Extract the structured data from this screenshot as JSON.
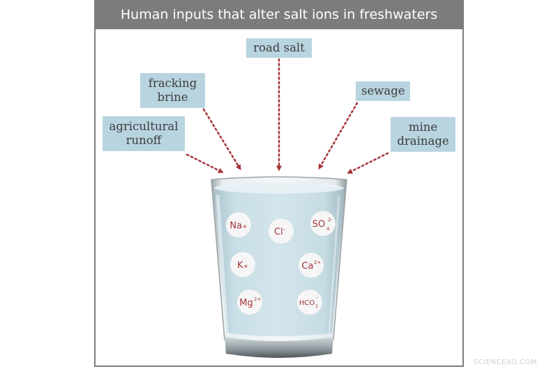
{
  "title": "Human inputs that alter salt ions in freshwaters",
  "sources": [
    {
      "id": "road-salt",
      "lines": [
        "road salt"
      ]
    },
    {
      "id": "fracking-brine",
      "lines": [
        "fracking",
        "brine"
      ]
    },
    {
      "id": "sewage",
      "lines": [
        "sewage"
      ]
    },
    {
      "id": "agricultural-runoff",
      "lines": [
        "agricultural",
        "runoff"
      ]
    },
    {
      "id": "mine-drainage",
      "lines": [
        "mine",
        "drainage"
      ]
    }
  ],
  "ions": {
    "na": {
      "base": "Na",
      "sup": "+",
      "sub": ""
    },
    "cl": {
      "base": "Cl",
      "sup": "-",
      "sub": ""
    },
    "so4": {
      "base": "SO",
      "sup": "2-",
      "sub": "4"
    },
    "k": {
      "base": "K",
      "sup": "+",
      "sub": ""
    },
    "ca": {
      "base": "Ca",
      "sup": "2+",
      "sub": ""
    },
    "mg": {
      "base": "Mg",
      "sup": "2+",
      "sub": ""
    },
    "hco3": {
      "base": "HCO",
      "sup": "-",
      "sub": "3"
    }
  },
  "colors": {
    "title_bar": "#7c7c7c",
    "label_box": "#b8d4df",
    "arrow": "#a3343a",
    "water": "#c7dde6",
    "ion_text": "#a3343a"
  },
  "watermark": "SCIENCEAQ.COM"
}
